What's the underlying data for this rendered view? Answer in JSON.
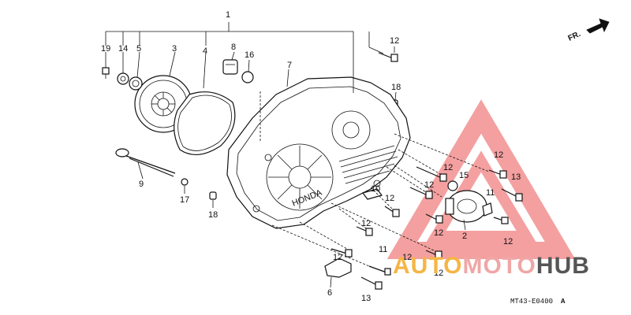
{
  "diagram": {
    "callouts": {
      "c1": "1",
      "c19": "19",
      "c14": "14",
      "c5": "5",
      "c3": "3",
      "c4": "4",
      "c8": "8",
      "c16": "16",
      "c7": "7",
      "c12a": "12",
      "c18a": "18",
      "c9": "9",
      "c17": "17",
      "c18b": "18",
      "c10": "10",
      "c12b": "12",
      "c12c": "12",
      "c12d": "12",
      "c15": "15",
      "c12e": "12",
      "c13a": "13",
      "c11a": "11",
      "c12f": "12",
      "c12g": "12",
      "c2": "2",
      "c12h": "12",
      "c12i": "12",
      "c11b": "11",
      "c12j": "12",
      "c6": "6",
      "c13b": "13",
      "c12k": "12"
    },
    "brand_mark": "HONDA",
    "direction_label": "FR.",
    "drawing_code": "MT43-E0400",
    "revision_letter": "A"
  },
  "watermark": {
    "word_part1": "AUTO",
    "word_part2": "MOTO",
    "word_part3": "HUB",
    "color_auto": "#f5b544",
    "color_moto": "#f0a6a6",
    "color_hub": "#555555",
    "color_triangle": "#f08080"
  }
}
